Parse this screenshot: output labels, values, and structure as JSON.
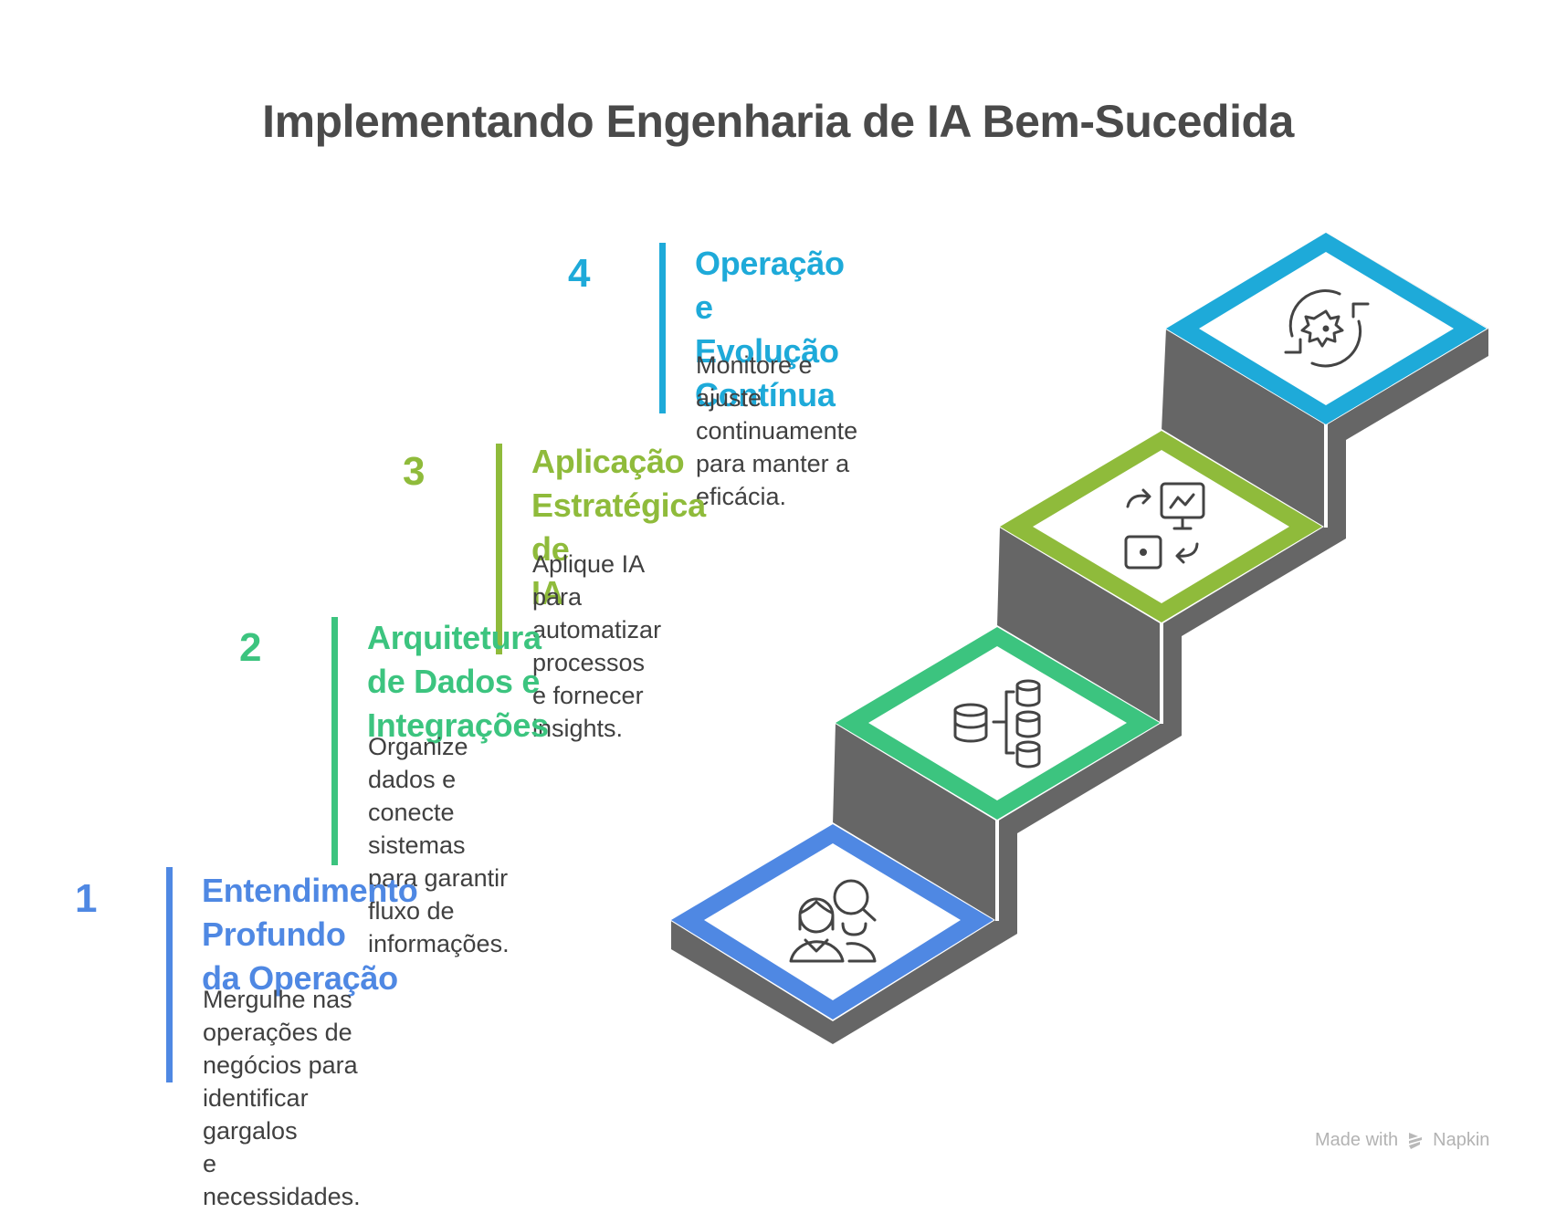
{
  "title": "Implementando Engenharia de IA Bem-Sucedida",
  "steps": [
    {
      "number": "1",
      "heading": "Entendimento Profundo\nda Operação",
      "description": "Mergulhe nas operações de\nnegócios para identificar gargalos\ne necessidades.",
      "color": "#4f88e3",
      "icon": "people-search-icon"
    },
    {
      "number": "2",
      "heading": "Arquitetura de Dados e\nIntegrações",
      "description": "Organize dados e conecte\nsistemas para garantir fluxo de\ninformações.",
      "color": "#3cc47f",
      "icon": "database-hierarchy-icon"
    },
    {
      "number": "3",
      "heading": "Aplicação Estratégica de\nIA",
      "description": "Aplique IA para automatizar\nprocessos e fornecer insights.",
      "color": "#8fbb3b",
      "icon": "monitor-exchange-icon"
    },
    {
      "number": "4",
      "heading": "Operação e Evolução\nContínua",
      "description": "Monitore e ajuste continuamente\npara manter a eficácia.",
      "color": "#1eaad9",
      "icon": "gear-cycle-icon"
    }
  ],
  "staircase": {
    "side_color": "#666666"
  },
  "footer": {
    "made_with": "Made with",
    "brand": "Napkin"
  }
}
